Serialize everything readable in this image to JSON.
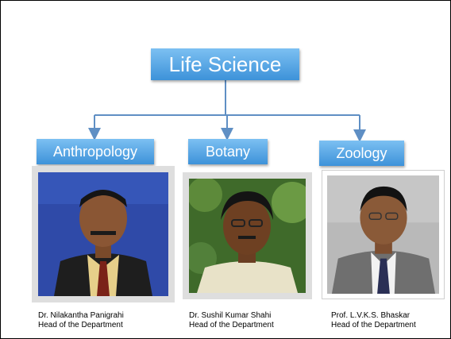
{
  "diagram": {
    "root": {
      "label": "Life Science"
    },
    "departments": [
      {
        "label": "Anthropology",
        "person": "Dr. Nilakantha Panigrahi",
        "role": "Head of the Department"
      },
      {
        "label": "Botany",
        "person": "Dr. Sushil Kumar Shahi",
        "role": "Head of the Department"
      },
      {
        "label": "Zoology",
        "person": "Prof. L.V.K.S. Bhaskar",
        "role": "Head of the Department"
      }
    ]
  },
  "colors": {
    "box_top": "#7cc0f2",
    "box_bottom": "#3d92d9",
    "connector": "#5f8fc4"
  }
}
